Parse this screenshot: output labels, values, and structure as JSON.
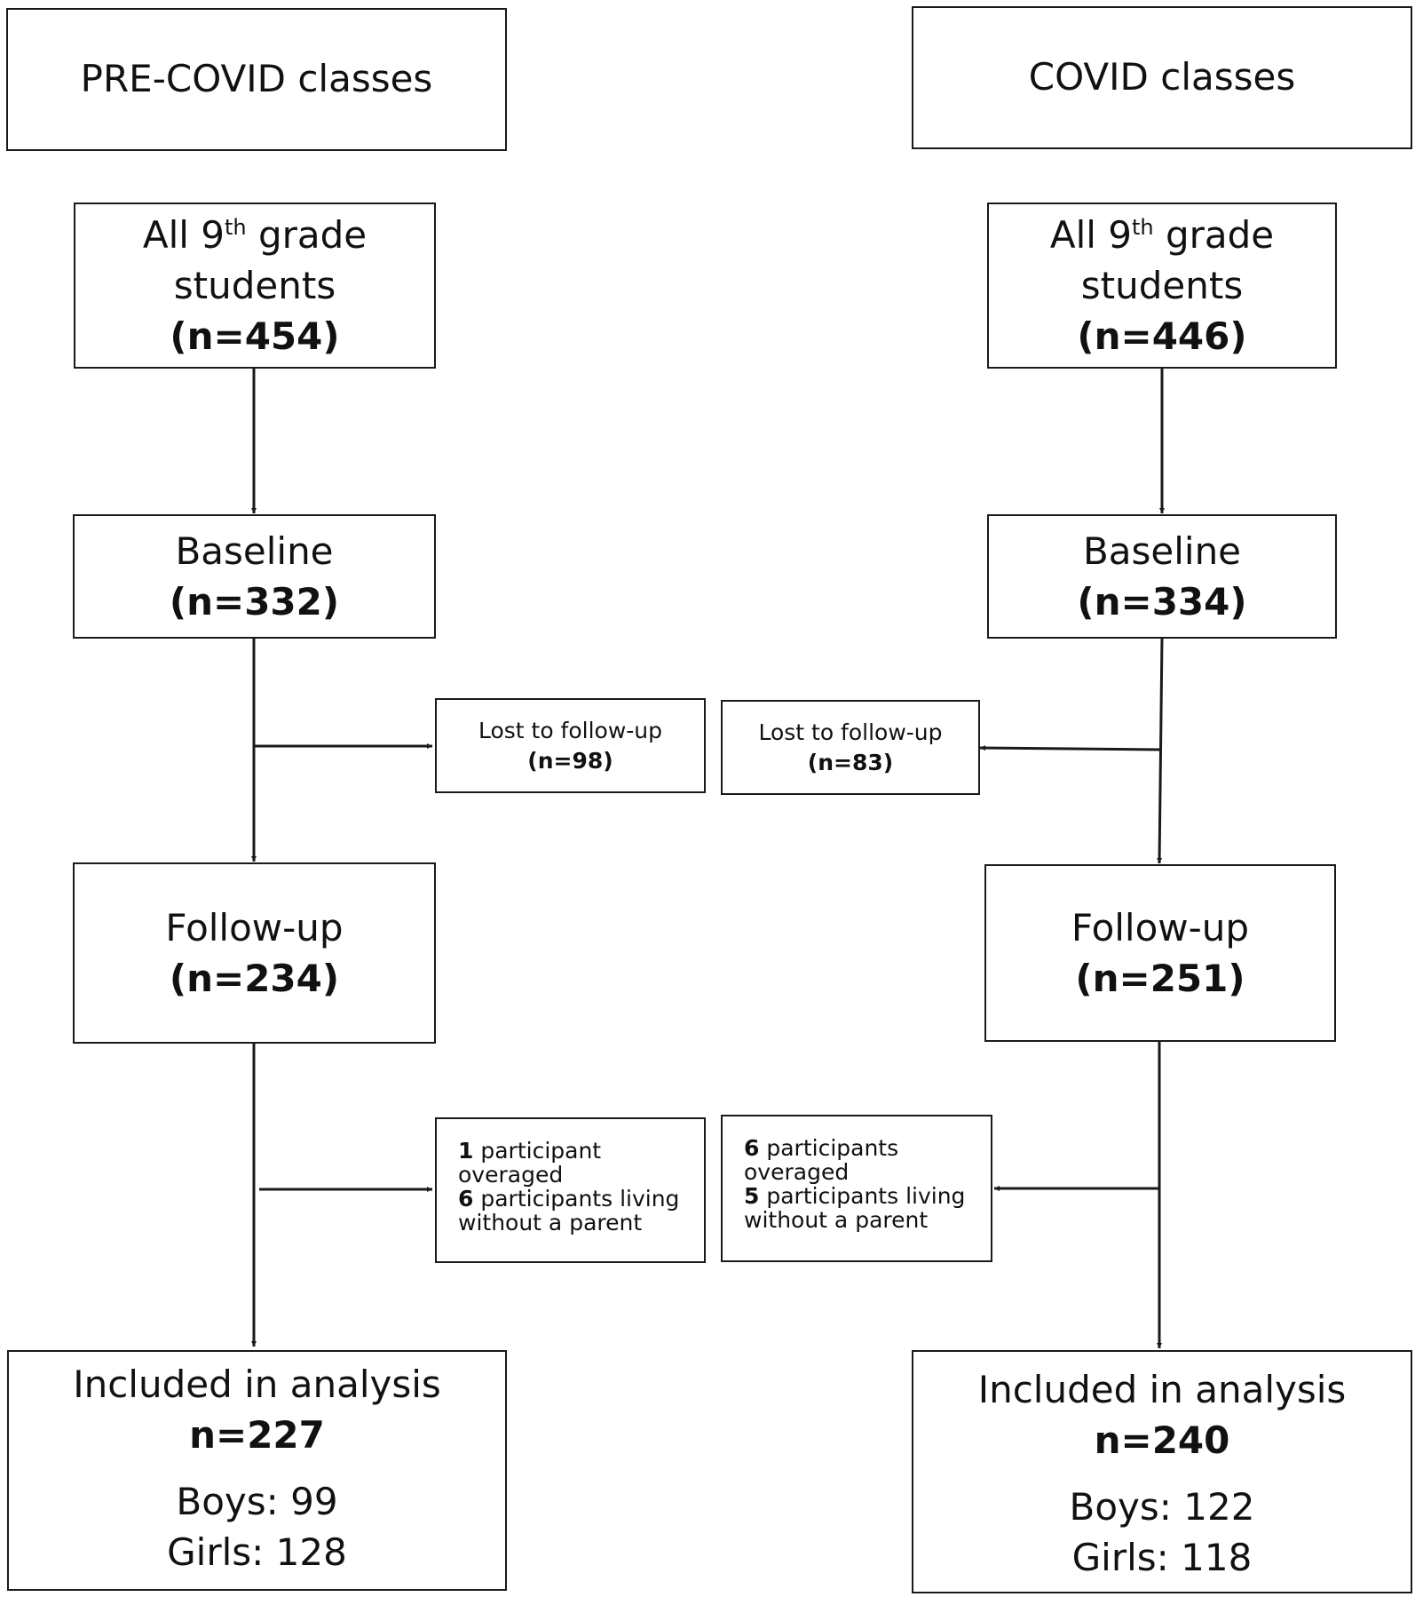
{
  "headers": {
    "left": "PRE-COVID classes",
    "right": "COVID classes"
  },
  "left": {
    "all": {
      "line1_pre": "All 9",
      "line1_sup": "th",
      "line1_post": " grade",
      "line2": "students",
      "n": "(n=454)"
    },
    "baseline": {
      "label": "Baseline",
      "n": "(n=332)"
    },
    "lost": {
      "label": "Lost to follow-up",
      "n": "(n=98)"
    },
    "followup": {
      "label": "Follow-up",
      "n": "(n=234)"
    },
    "excluded": {
      "c1": "1",
      "t1": " participant",
      "t2": "overaged",
      "c3": "6",
      "t3": " participants living",
      "t4": "without a parent"
    },
    "included": {
      "label": "Included in analysis",
      "n": "n=227",
      "boys": "Boys: 99",
      "girls": "Girls: 128"
    }
  },
  "right": {
    "all": {
      "line1_pre": "All 9",
      "line1_sup": "th",
      "line1_post": " grade",
      "line2": "students",
      "n": "(n=446)"
    },
    "baseline": {
      "label": "Baseline",
      "n": "(n=334)"
    },
    "lost": {
      "label": "Lost to follow-up",
      "n": "(n=83)"
    },
    "followup": {
      "label": "Follow-up",
      "n": "(n=251)"
    },
    "excluded": {
      "c1": "6",
      "t1": " participants",
      "t2": "overaged",
      "c3": "5",
      "t3": " participants living",
      "t4": "without a parent"
    },
    "included": {
      "label": "Included in analysis",
      "n": "n=240",
      "boys": "Boys: 122",
      "girls": "Girls: 118"
    }
  }
}
